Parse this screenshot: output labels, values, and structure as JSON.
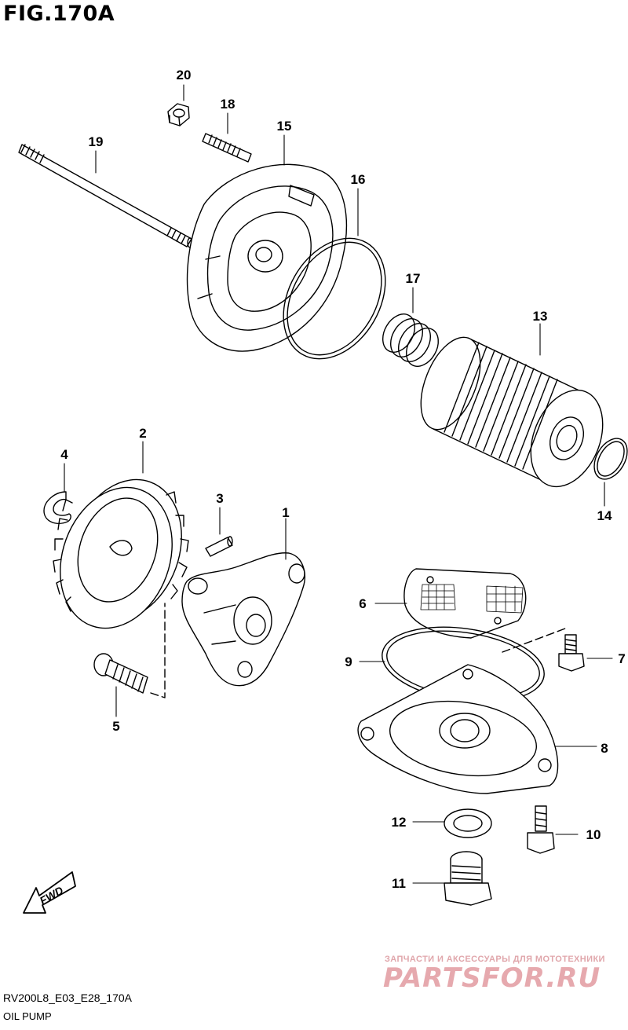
{
  "figure": {
    "title": "FIG.170A",
    "code": "RV200L8_E03_E28_170A",
    "subtitle": "OIL PUMP"
  },
  "callouts": [
    {
      "id": "1",
      "label": "1"
    },
    {
      "id": "2",
      "label": "2"
    },
    {
      "id": "3",
      "label": "3"
    },
    {
      "id": "4",
      "label": "4"
    },
    {
      "id": "5",
      "label": "5"
    },
    {
      "id": "6",
      "label": "6"
    },
    {
      "id": "7",
      "label": "7"
    },
    {
      "id": "8",
      "label": "8"
    },
    {
      "id": "9",
      "label": "9"
    },
    {
      "id": "10",
      "label": "10"
    },
    {
      "id": "11",
      "label": "11"
    },
    {
      "id": "12",
      "label": "12"
    },
    {
      "id": "13",
      "label": "13"
    },
    {
      "id": "14",
      "label": "14"
    },
    {
      "id": "15",
      "label": "15"
    },
    {
      "id": "16",
      "label": "16"
    },
    {
      "id": "17",
      "label": "17"
    },
    {
      "id": "18",
      "label": "18"
    },
    {
      "id": "19",
      "label": "19"
    },
    {
      "id": "20",
      "label": "20"
    }
  ],
  "fwd_label": "FWD",
  "watermark": {
    "tagline": "ЗАПЧАСТИ И АКСЕССУАРЫ ДЛЯ МОТОТЕХНИКИ",
    "brand": "PARTSFOR.RU",
    "color": "#e6a9ae"
  }
}
